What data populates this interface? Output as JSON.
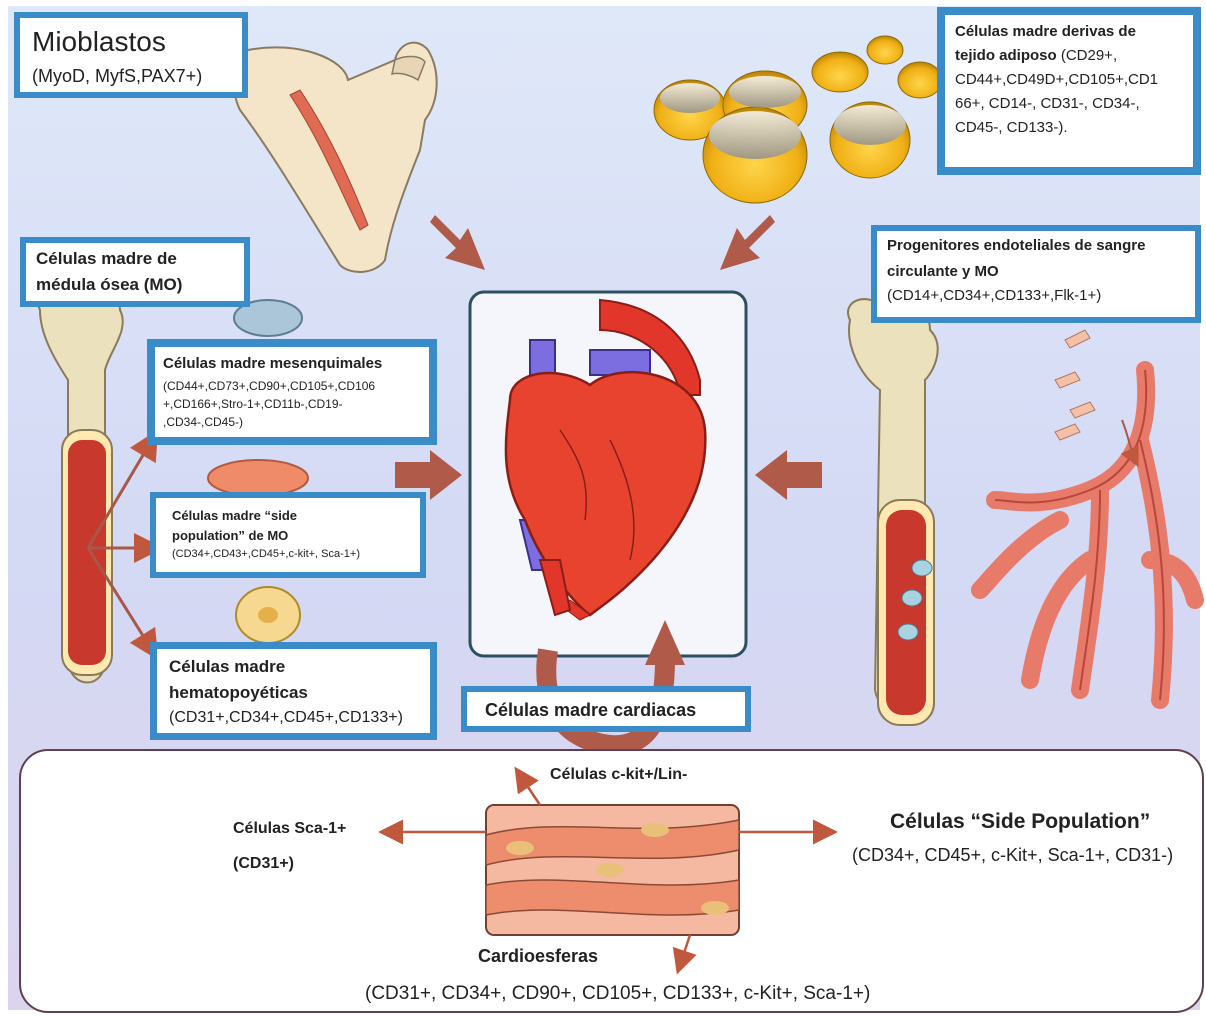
{
  "mioblastos": {
    "title": "Mioblastos",
    "markers": "(MyoD, MyfS,PAX7+)"
  },
  "adiposo": {
    "title_l1": "Células madre derivas de",
    "title_l2": "tejido adiposo",
    "markers_l2": " (CD29+,",
    "l3": "CD44+,CD49D+,CD105+,CD1",
    "l4": "66+, CD14-, CD31-, CD34-,",
    "l5": "CD45-, CD133-)."
  },
  "medula": {
    "l1": "Células madre de",
    "l2": "médula ósea (MO)"
  },
  "endoteliales": {
    "l1": "Progenitores endoteliales de sangre",
    "l2": "circulante y MO",
    "l3": "(CD14+,CD34+,CD133+,Flk-1+)"
  },
  "mesenquimales": {
    "title": "Células madre mesenquimales",
    "l1": "(CD44+,CD73+,CD90+,CD105+,CD106",
    "l2": "+,CD166+,Stro-1+,CD11b-,CD19-",
    "l3": ",CD34-,CD45-)"
  },
  "side_mo": {
    "l1": "Células madre “side",
    "l2": "population” de MO",
    "l3": "(CD34+,CD43+,CD45+,c-kit+,  Sca-1+)"
  },
  "hematopoyeticas": {
    "l1": "Células madre",
    "l2": "hematopoyéticas",
    "l3": "(CD31+,CD34+,CD45+,CD133+)"
  },
  "cardiacas": {
    "title": "Células madre cardiacas"
  },
  "bottom": {
    "ckit": "Células c-kit+/Lin-",
    "sca_l1": "Células Sca-1+",
    "sca_l2": "(CD31+)",
    "sp_title": "Células “Side Population”",
    "sp_markers": "(CD34+, CD45+, c-Kit+, Sca-1+, CD31-)",
    "cardio_title": "Cardioesferas",
    "cardio_markers": "(CD31+, CD34+, CD90+, CD105+, CD133+, c-Kit+, Sca-1+)"
  },
  "colors": {
    "box_border": "#3a8cc9",
    "arrow": "#a8584a",
    "heart_red": "#e2362a",
    "vessel_purple": "#7c6ee0",
    "fat_yellow": "#f2b81a",
    "bone": "#ece1bd",
    "marrow": "#c8382c"
  }
}
